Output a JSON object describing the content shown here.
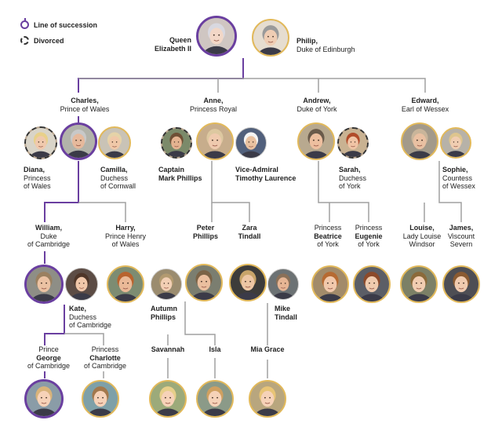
{
  "legend": {
    "succession": "Line of succession",
    "divorced": "Divorced"
  },
  "colors": {
    "succession": "#6a3fa0",
    "ring": "#e2b95a",
    "line": "#9a9a9a"
  },
  "people": {
    "elizabeth": {
      "name": "Queen\nElizabeth II",
      "title": "",
      "ring": "succession"
    },
    "philip": {
      "name": "Philip,",
      "title": "Duke of Edinburgh",
      "ring": "gold"
    },
    "charles": {
      "name": "Charles,",
      "title": "Prince of Wales",
      "ring": "succession"
    },
    "diana": {
      "name": "Diana,",
      "title": "Princess\nof Wales",
      "ring": "divorced"
    },
    "camilla": {
      "name": "Camilla,",
      "title": "Duchess\nof Cornwall",
      "ring": "gold"
    },
    "anne": {
      "name": "Anne,",
      "title": "Princess Royal",
      "ring": "gold"
    },
    "mark": {
      "name": "Captain\nMark Phillips",
      "title": "",
      "ring": "divorced"
    },
    "timothy": {
      "name": "Vice-Admiral\nTimothy Laurence",
      "title": "",
      "ring": "none"
    },
    "andrew": {
      "name": "Andrew,",
      "title": "Duke of York",
      "ring": "gold"
    },
    "sarah": {
      "name": "Sarah,",
      "title": "Duchess\nof York",
      "ring": "divorced"
    },
    "edward": {
      "name": "Edward,",
      "title": "Earl of Wessex",
      "ring": "gold"
    },
    "sophie": {
      "name": "Sophie,",
      "title": "Countess\nof Wessex",
      "ring": "gold"
    },
    "william": {
      "name": "William,",
      "title": "Duke\nof Cambridge",
      "ring": "succession"
    },
    "kate": {
      "name": "Kate,",
      "title": "Duchess\nof Cambridge",
      "ring": "none"
    },
    "harry": {
      "name": "Harry,",
      "title": "Prince Henry\nof Wales",
      "ring": "gold"
    },
    "peter": {
      "name": "Peter\nPhillips",
      "title": "",
      "ring": "gold"
    },
    "autumn": {
      "name": "Autumn\nPhillips",
      "title": "",
      "ring": "none"
    },
    "zara": {
      "name": "Zara\nTindall",
      "title": "",
      "ring": "gold"
    },
    "mike": {
      "name": "Mike\nTindall",
      "title": "",
      "ring": "none"
    },
    "beatrice": {
      "prefix": "Princess",
      "name": "Beatrice",
      "title": "of York",
      "ring": "gold"
    },
    "eugenie": {
      "prefix": "Princess",
      "name": "Eugenie",
      "title": "of York",
      "ring": "gold"
    },
    "louise": {
      "name": "Louise,",
      "title": "Lady Louise\nWindsor",
      "ring": "gold"
    },
    "james": {
      "name": "James,",
      "title": "Viscount\nSevern",
      "ring": "gold"
    },
    "george": {
      "prefix": "Prince",
      "name": "George",
      "title": "of Cambridge",
      "ring": "succession"
    },
    "charlotte": {
      "prefix": "Princess",
      "name": "Charlotte",
      "title": "of Cambridge",
      "ring": "gold"
    },
    "savannah": {
      "name": "Savannah",
      "title": "",
      "ring": "gold"
    },
    "isla": {
      "name": "Isla",
      "title": "",
      "ring": "gold"
    },
    "mia": {
      "name": "Mia Grace",
      "title": "",
      "ring": "gold"
    }
  }
}
